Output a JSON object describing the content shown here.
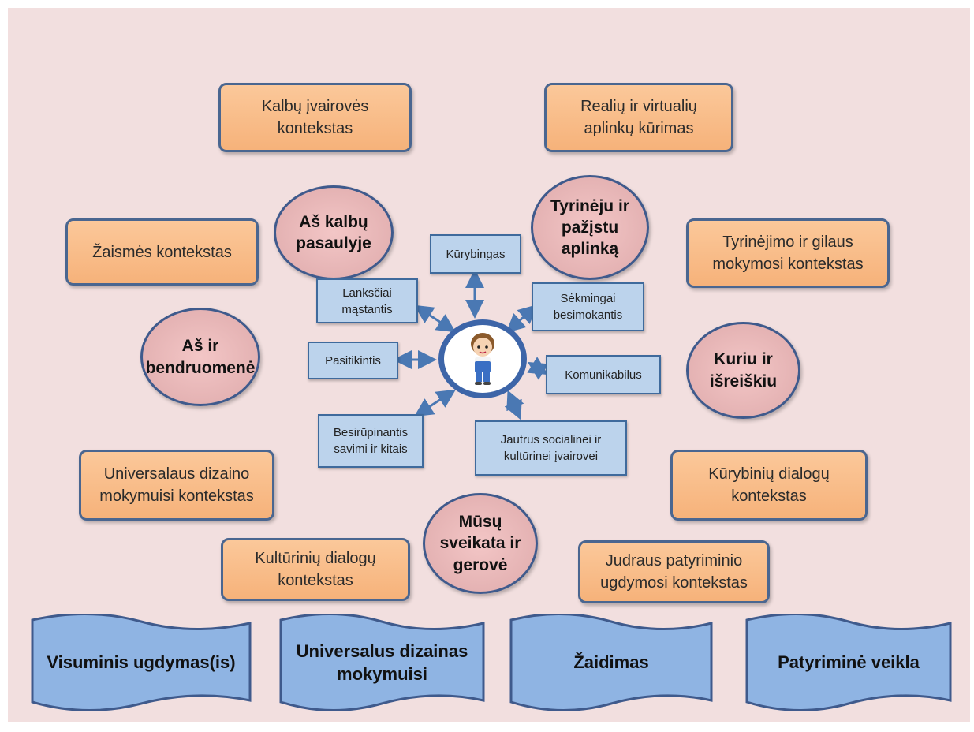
{
  "contexts": {
    "language": "Kalbų įvairovės kontekstas",
    "environments": "Realių ir virtualių aplinkų kūrimas",
    "play": "Žaismės kontekstas",
    "research": "Tyrinėjimo ir gilaus mokymosi kontekstas",
    "universal_design": "Universalaus dizaino mokymuisi kontekstas",
    "creative_dialogues": "Kūrybinių dialogų kontekstas",
    "cultural_dialogues": "Kultūrinių dialogų kontekstas",
    "active_experiential": "Judraus patyriminio ugdymosi kontekstas"
  },
  "areas": {
    "languages": "Aš kalbų pasaulyje",
    "explore": "Tyrinėju ir pažįstu aplinką",
    "community": "Aš ir bendruomenė",
    "create": "Kuriu ir išreiškiu",
    "health": "Mūsų sveikata ir gerovė"
  },
  "traits": {
    "creative": "Kūrybingas",
    "flexible": "Lanksčiai mąstantis",
    "successful": "Sėkmingai besimokantis",
    "confident": "Pasitikintis",
    "communicative": "Komunikabilus",
    "caring": "Besirūpinantis savimi ir kitais",
    "sensitive": "Jautrus socialinei ir kultūrinei įvairovei"
  },
  "banners": {
    "holistic": "Visuminis ugdymas(is)",
    "universal": "Universalus dizainas mokymuisi",
    "play": "Žaidimas",
    "experiential": "Patyriminė veikla"
  },
  "colors": {
    "background": "#f2dfdf",
    "context_fill": "#f6b27a",
    "area_fill": "#deaaab",
    "trait_fill": "#bcd3ec",
    "banner_fill": "#8fb4e3",
    "outline": "#3f5a8c",
    "arrow": "#4a78b3"
  },
  "center_icon": "child-figure-icon"
}
